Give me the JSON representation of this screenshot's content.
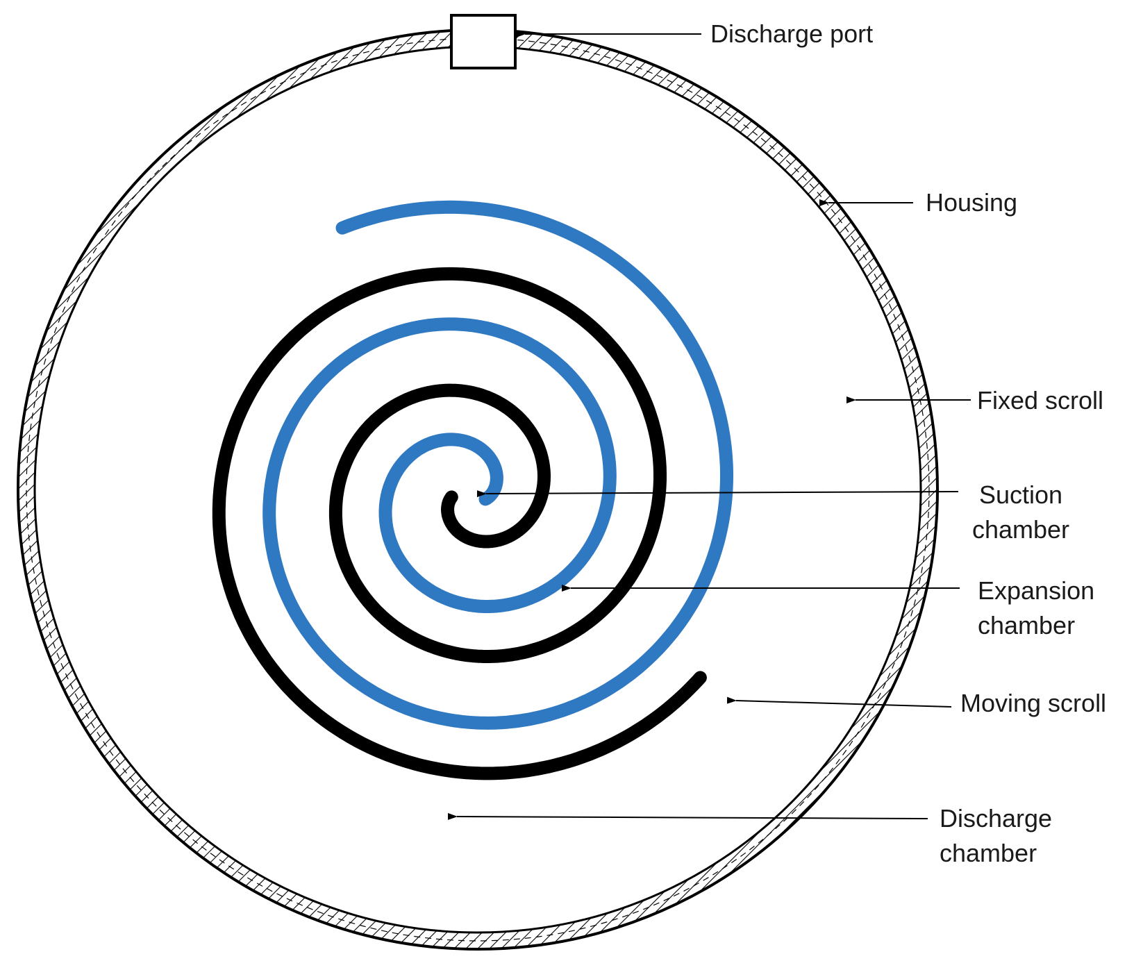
{
  "labels": {
    "discharge_port": "Discharge port",
    "housing": "Housing",
    "fixed_scroll": "Fixed scroll",
    "suction_chamber_1": "Suction",
    "suction_chamber_2": "chamber",
    "expansion_chamber_1": "Expansion",
    "expansion_chamber_2": "chamber",
    "moving_scroll": "Moving scroll",
    "discharge_chamber_1": "Discharge",
    "discharge_chamber_2": "chamber"
  },
  "colors": {
    "fixed_scroll": "#2f78c2",
    "moving_scroll": "#000000",
    "housing": "#000000"
  }
}
